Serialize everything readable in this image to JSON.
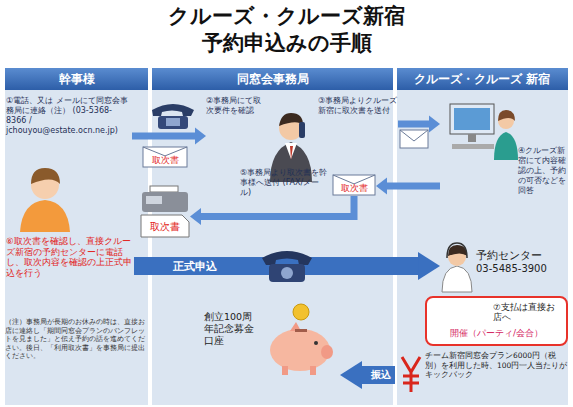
{
  "diagram": {
    "title": "クルーズ・クルーズ新宿 予約申込みの手順",
    "nodes": [
      {
        "text": [
          "幹事様"
        ]
      },
      {
        "text": [
          "同窓会事務局"
        ]
      },
      {
        "text": [
          "クルーズ・クルーズ 新宿"
        ]
      },
      {
        "text": [
          "①電話、又は メールにて同窓会事務局に連絡（注） (03-5368-8366 / jchouyou@estate.ocn.ne.jp)"
        ]
      },
      {
        "text": [
          "取次書"
        ]
      },
      {
        "text": [
          "②事務局にて取次要件を確認"
        ]
      },
      {
        "text": [
          "③事務局よりクルーズ新宿に取次書を送付"
        ]
      },
      {
        "text": [
          "④クルーズ新宿にて内容確認の上、予約の可否などを回答"
        ]
      },
      {
        "text": [
          "取次書"
        ]
      },
      {
        "text": [
          "⑤事務局より取次書を幹事様へ送付 (FAX/メール)"
        ]
      },
      {
        "text": [
          "取次書"
        ]
      },
      {
        "text": [
          "⑥取次書を確認し、直接クルーズ新宿の予約センターに電話し、取次内容を確認の上正式申込を行う"
        ]
      },
      {
        "text": [
          "予約センター",
          "03-5485-3900"
        ]
      },
      {
        "text": [
          "⑦支払は直接お店へ",
          "開催（パーティ/会合）"
        ]
      },
      {
        "text": [
          "創立100周年記念募金口座"
        ]
      },
      {
        "text": [
          "チーム新宿同窓会プラン6000円（税別）を利用した時、100円一人当たりがキックバック"
        ]
      }
    ],
    "edges": [
      {
        "from": 3,
        "to": 5,
        "arrow": "to"
      },
      {
        "from": 6,
        "to": 7,
        "arrow": "to"
      },
      {
        "from": 7,
        "to": 8,
        "arrow": "to"
      },
      {
        "from": 8,
        "to": 10,
        "arrow": "to"
      },
      {
        "from": 11,
        "to": 12,
        "label": "正式申込",
        "arrow": "to"
      },
      {
        "from": 15,
        "to": 14,
        "label": "振込",
        "arrow": "to"
      }
    ],
    "labels": [
      "（注）事務局が長期のお休みの時は、直接お店に連絡し「期間同窓会プランのパンフレットを見ました」と伝え予約の話を進めてください。後日、「利用取次書」を事務局に提出ください。"
    ]
  }
}
